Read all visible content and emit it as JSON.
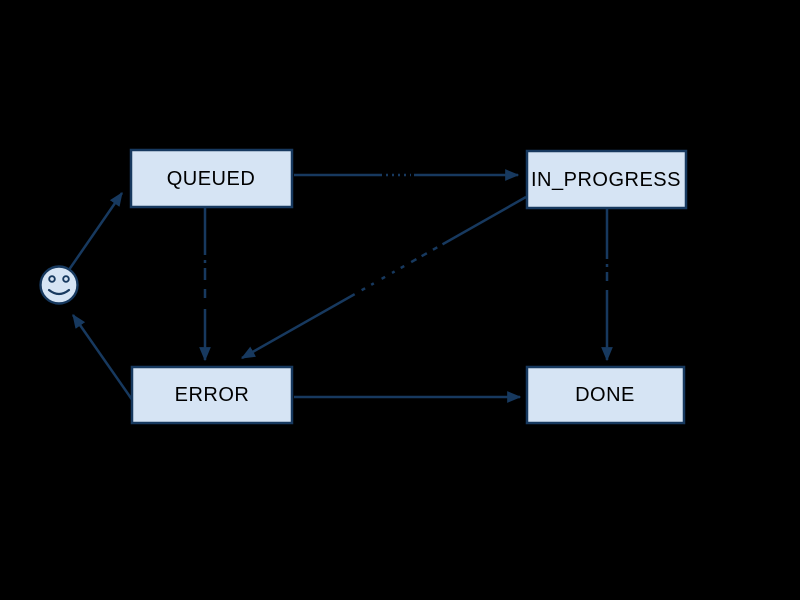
{
  "diagram": {
    "type": "state-machine-diagram",
    "background_color": "#000000",
    "node_fill_color": "#d6e4f4",
    "node_border_color": "#17395f",
    "node_text_color": "#000000",
    "edge_color": "#17395f",
    "nodes": {
      "queued": {
        "label": "QUEUED"
      },
      "in_progress": {
        "label": "IN_PROGRESS"
      },
      "error": {
        "label": "ERROR"
      },
      "done": {
        "label": "DONE"
      },
      "start": {
        "label": "",
        "icon": "smiley-face-icon"
      }
    },
    "edges": [
      {
        "from": "start",
        "to": "QUEUED",
        "label": ""
      },
      {
        "from": "QUEUED",
        "to": "IN_PROGRESS",
        "label": "",
        "label_legible": false
      },
      {
        "from": "QUEUED",
        "to": "ERROR",
        "label": "",
        "label_legible": false
      },
      {
        "from": "IN_PROGRESS",
        "to": "ERROR",
        "label": "",
        "label_legible": false
      },
      {
        "from": "IN_PROGRESS",
        "to": "DONE",
        "label": "",
        "label_legible": false
      },
      {
        "from": "ERROR",
        "to": "DONE",
        "label": ""
      },
      {
        "from": "ERROR",
        "to": "start",
        "label": ""
      }
    ],
    "note": "Edge labels are rendered in black ink over a black background; only occlusion marks where they cross the blue edges are visible."
  }
}
